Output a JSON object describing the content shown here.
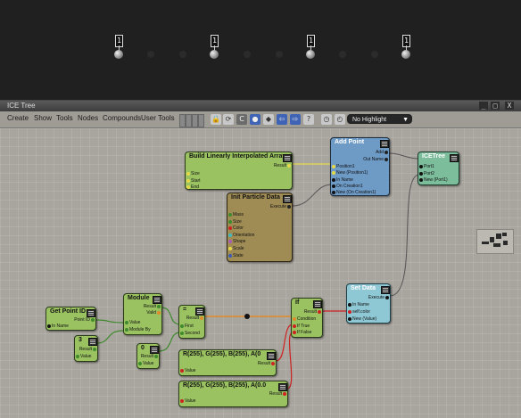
{
  "viewport": {
    "marker_label": "1"
  },
  "window": {
    "title": "ICE Tree",
    "btn_restore": "_",
    "btn_max": "□",
    "btn_close": "X"
  },
  "menu": [
    "Create",
    "Show",
    "Tools",
    "Nodes",
    "Compounds",
    "User Tools"
  ],
  "toolbar": {
    "select_value": "No Highlight",
    "select_caret": "▼",
    "icons": [
      "lock-icon",
      "refresh-icon",
      "c-icon",
      "sphere-icon",
      "arrow-left-icon",
      "arrow-right-icon",
      "help-icon",
      "timer-icon",
      "clock-icon"
    ]
  },
  "nodes": {
    "build": {
      "title": "Build Linearly Interpolated Array",
      "out": "Result",
      "ins": [
        "Size",
        "Start",
        "End"
      ]
    },
    "init": {
      "title": "Init Particle Data",
      "out": "Execute",
      "ins": [
        "Mass",
        "Size",
        "Color",
        "Orientation",
        "Shape",
        "Scale",
        "State"
      ]
    },
    "addpoint": {
      "title": "Add Point",
      "outs": [
        "Add",
        "Out Name"
      ],
      "ins": [
        "Position1",
        "New (Position1)",
        "In Name",
        "On Creation1",
        "New (On Creation1)"
      ]
    },
    "icetree": {
      "title": "ICETree",
      "ins": [
        "Port1",
        "Port2",
        "New (Port1)"
      ]
    },
    "getpointid": {
      "title": "Get Point ID",
      "out": "Point ID",
      "in": "In Name"
    },
    "three": {
      "title": "3",
      "out": "Result",
      "in": "Value"
    },
    "module": {
      "title": "Module",
      "outs": [
        "Result",
        "Valid"
      ],
      "ins": [
        "Value",
        "Module By"
      ]
    },
    "zero": {
      "title": "0",
      "out": "Result",
      "in": "Value"
    },
    "equals": {
      "title": "=",
      "out": "Result",
      "ins": [
        "First",
        "Second"
      ]
    },
    "if": {
      "title": "If",
      "out": "Result",
      "ins": [
        "Condition",
        "If True",
        "If False"
      ]
    },
    "setdata": {
      "title": "Set Data",
      "out": "Execute",
      "ins": [
        "In Name",
        "self.color",
        "New (Value)"
      ]
    },
    "color1": {
      "title": "R(255), G(255), B(255), A(0",
      "out": "Result",
      "in": "Value"
    },
    "color2": {
      "title": "R(255), G(255), B(255), A(0.0",
      "out": "Result",
      "in": "Value"
    }
  }
}
